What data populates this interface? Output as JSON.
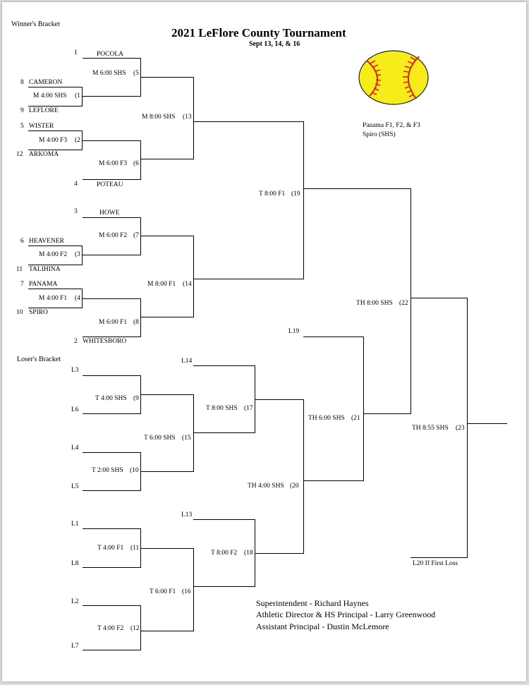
{
  "title": "2021 LeFlore County Tournament",
  "subtitle": "Sept 13, 14, & 16",
  "sections": {
    "winners": "Winner's Bracket",
    "losers": "Loser's Bracket"
  },
  "venues": [
    "Panama F1, F2, & F3",
    "Spiro (SHS)"
  ],
  "teams": [
    {
      "seed": "1",
      "name": "POCOLA"
    },
    {
      "seed": "8",
      "name": "CAMERON"
    },
    {
      "seed": "9",
      "name": "LEFLORE"
    },
    {
      "seed": "5",
      "name": "WISTER"
    },
    {
      "seed": "12",
      "name": "ARKOMA"
    },
    {
      "seed": "4",
      "name": "POTEAU"
    },
    {
      "seed": "3",
      "name": "HOWE"
    },
    {
      "seed": "6",
      "name": "HEAVENER"
    },
    {
      "seed": "11",
      "name": "TALIHINA"
    },
    {
      "seed": "7",
      "name": "PANAMA"
    },
    {
      "seed": "10",
      "name": "SPIRO"
    },
    {
      "seed": "2",
      "name": "WHITESBORO"
    }
  ],
  "games": [
    {
      "time": "M 4:00 SHS",
      "num": "(1"
    },
    {
      "time": "M 4:00 F3",
      "num": "(2"
    },
    {
      "time": "M 4:00 F2",
      "num": "(3"
    },
    {
      "time": "M 4:00 F1",
      "num": "(4"
    },
    {
      "time": "M 6:00 SHS",
      "num": "(5"
    },
    {
      "time": "M 6:00 F3",
      "num": "(6"
    },
    {
      "time": "M 6:00 F2",
      "num": "(7"
    },
    {
      "time": "M 6:00 F1",
      "num": "(8"
    },
    {
      "time": "M 8:00 SHS",
      "num": "(13"
    },
    {
      "time": "M 8:00 F1",
      "num": "(14"
    },
    {
      "time": "T 8:00 F1",
      "num": "(19"
    },
    {
      "time": "TH 8:00 SHS",
      "num": "(22"
    },
    {
      "time": "T 4:00 SHS",
      "num": "(9"
    },
    {
      "time": "T 2:00 SHS",
      "num": "(10"
    },
    {
      "time": "T 6:00 SHS",
      "num": "(15"
    },
    {
      "time": "T 8:00 SHS",
      "num": "(17"
    },
    {
      "time": "T 4:00 F1",
      "num": "(11"
    },
    {
      "time": "T 4:00 F2",
      "num": "(12"
    },
    {
      "time": "T 6:00 F1",
      "num": "(16"
    },
    {
      "time": "T 8:00 F2",
      "num": "(18"
    },
    {
      "time": "TH 4:00 SHS",
      "num": "(20"
    },
    {
      "time": "TH 6:00 SHS",
      "num": "(21"
    },
    {
      "time": "TH 8:55 SHS",
      "num": "(23"
    }
  ],
  "loser_slots": [
    "L3",
    "L6",
    "L4",
    "L5",
    "L1",
    "L8",
    "L2",
    "L7",
    "L14",
    "L13",
    "L19"
  ],
  "if_note": "L20 If First Loss",
  "staff": [
    "Superintendent - Richard Haynes",
    "Athletic Director & HS Principal - Larry Greenwood",
    "Assistant Principal - Dustin McLemore"
  ],
  "colors": {
    "ball": "#f5ec1a",
    "stitch": "#d8241c",
    "lines": "#000000"
  }
}
